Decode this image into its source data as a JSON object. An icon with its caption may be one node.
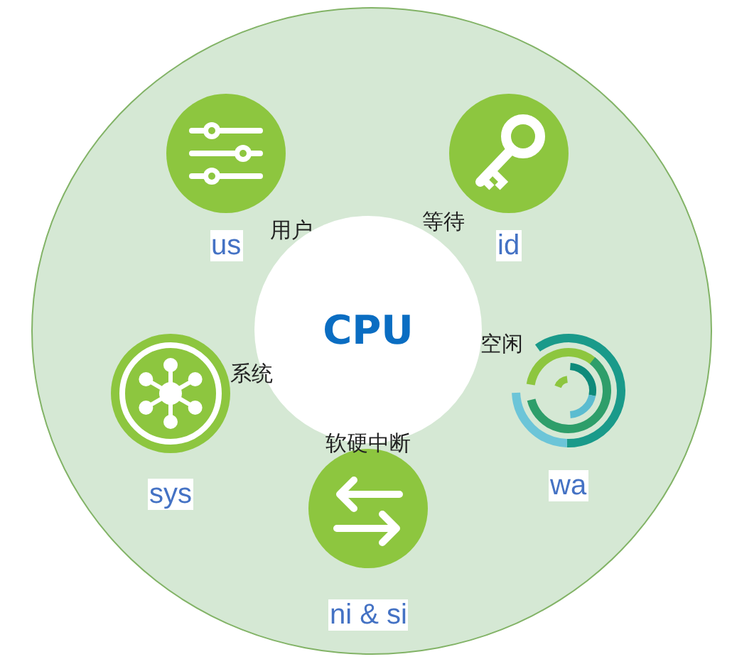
{
  "diagram": {
    "nodes": [
      {
        "text": [],
        "shape": "circle"
      },
      {
        "text": [
          "CPU"
        ],
        "in": 0
      },
      {
        "text": [
          "us"
        ],
        "in": 0
      },
      {
        "text": [
          "id"
        ],
        "in": 0
      },
      {
        "text": [
          "sys"
        ],
        "in": 0
      },
      {
        "text": [
          "wa"
        ],
        "in": 0
      },
      {
        "text": [
          "ni & si"
        ],
        "in": 0
      }
    ],
    "labels": [
      "等待",
      "用户",
      "空闲",
      "系统",
      "软硬中断"
    ]
  }
}
